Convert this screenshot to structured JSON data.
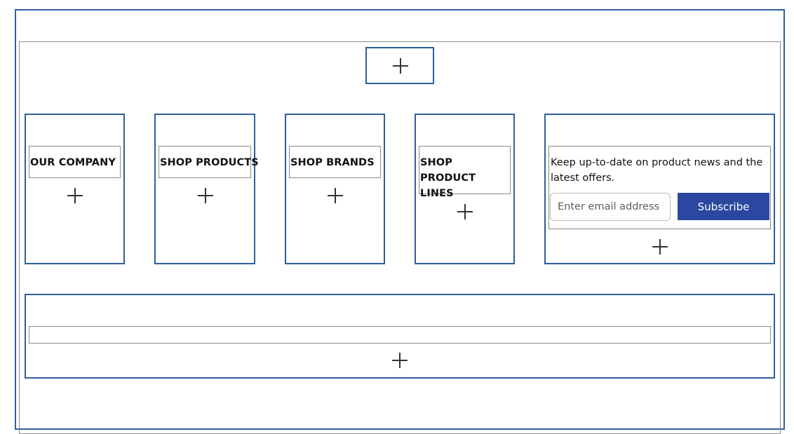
{
  "columns": [
    {
      "heading": "OUR COMPANY"
    },
    {
      "heading": "SHOP PRODUCTS"
    },
    {
      "heading": "SHOP BRANDS"
    },
    {
      "heading": "SHOP PRODUCT LINES"
    }
  ],
  "newsletter": {
    "text": "Keep up-to-date on product news and the latest offers.",
    "email_placeholder": "Enter email address",
    "subscribe_label": "Subscribe"
  },
  "icons": {
    "add": "plus-icon"
  },
  "colors": {
    "section_border": "#2d5f9a",
    "block_border": "#8a8a8a",
    "subscribe_bg": "#2b48a0"
  }
}
